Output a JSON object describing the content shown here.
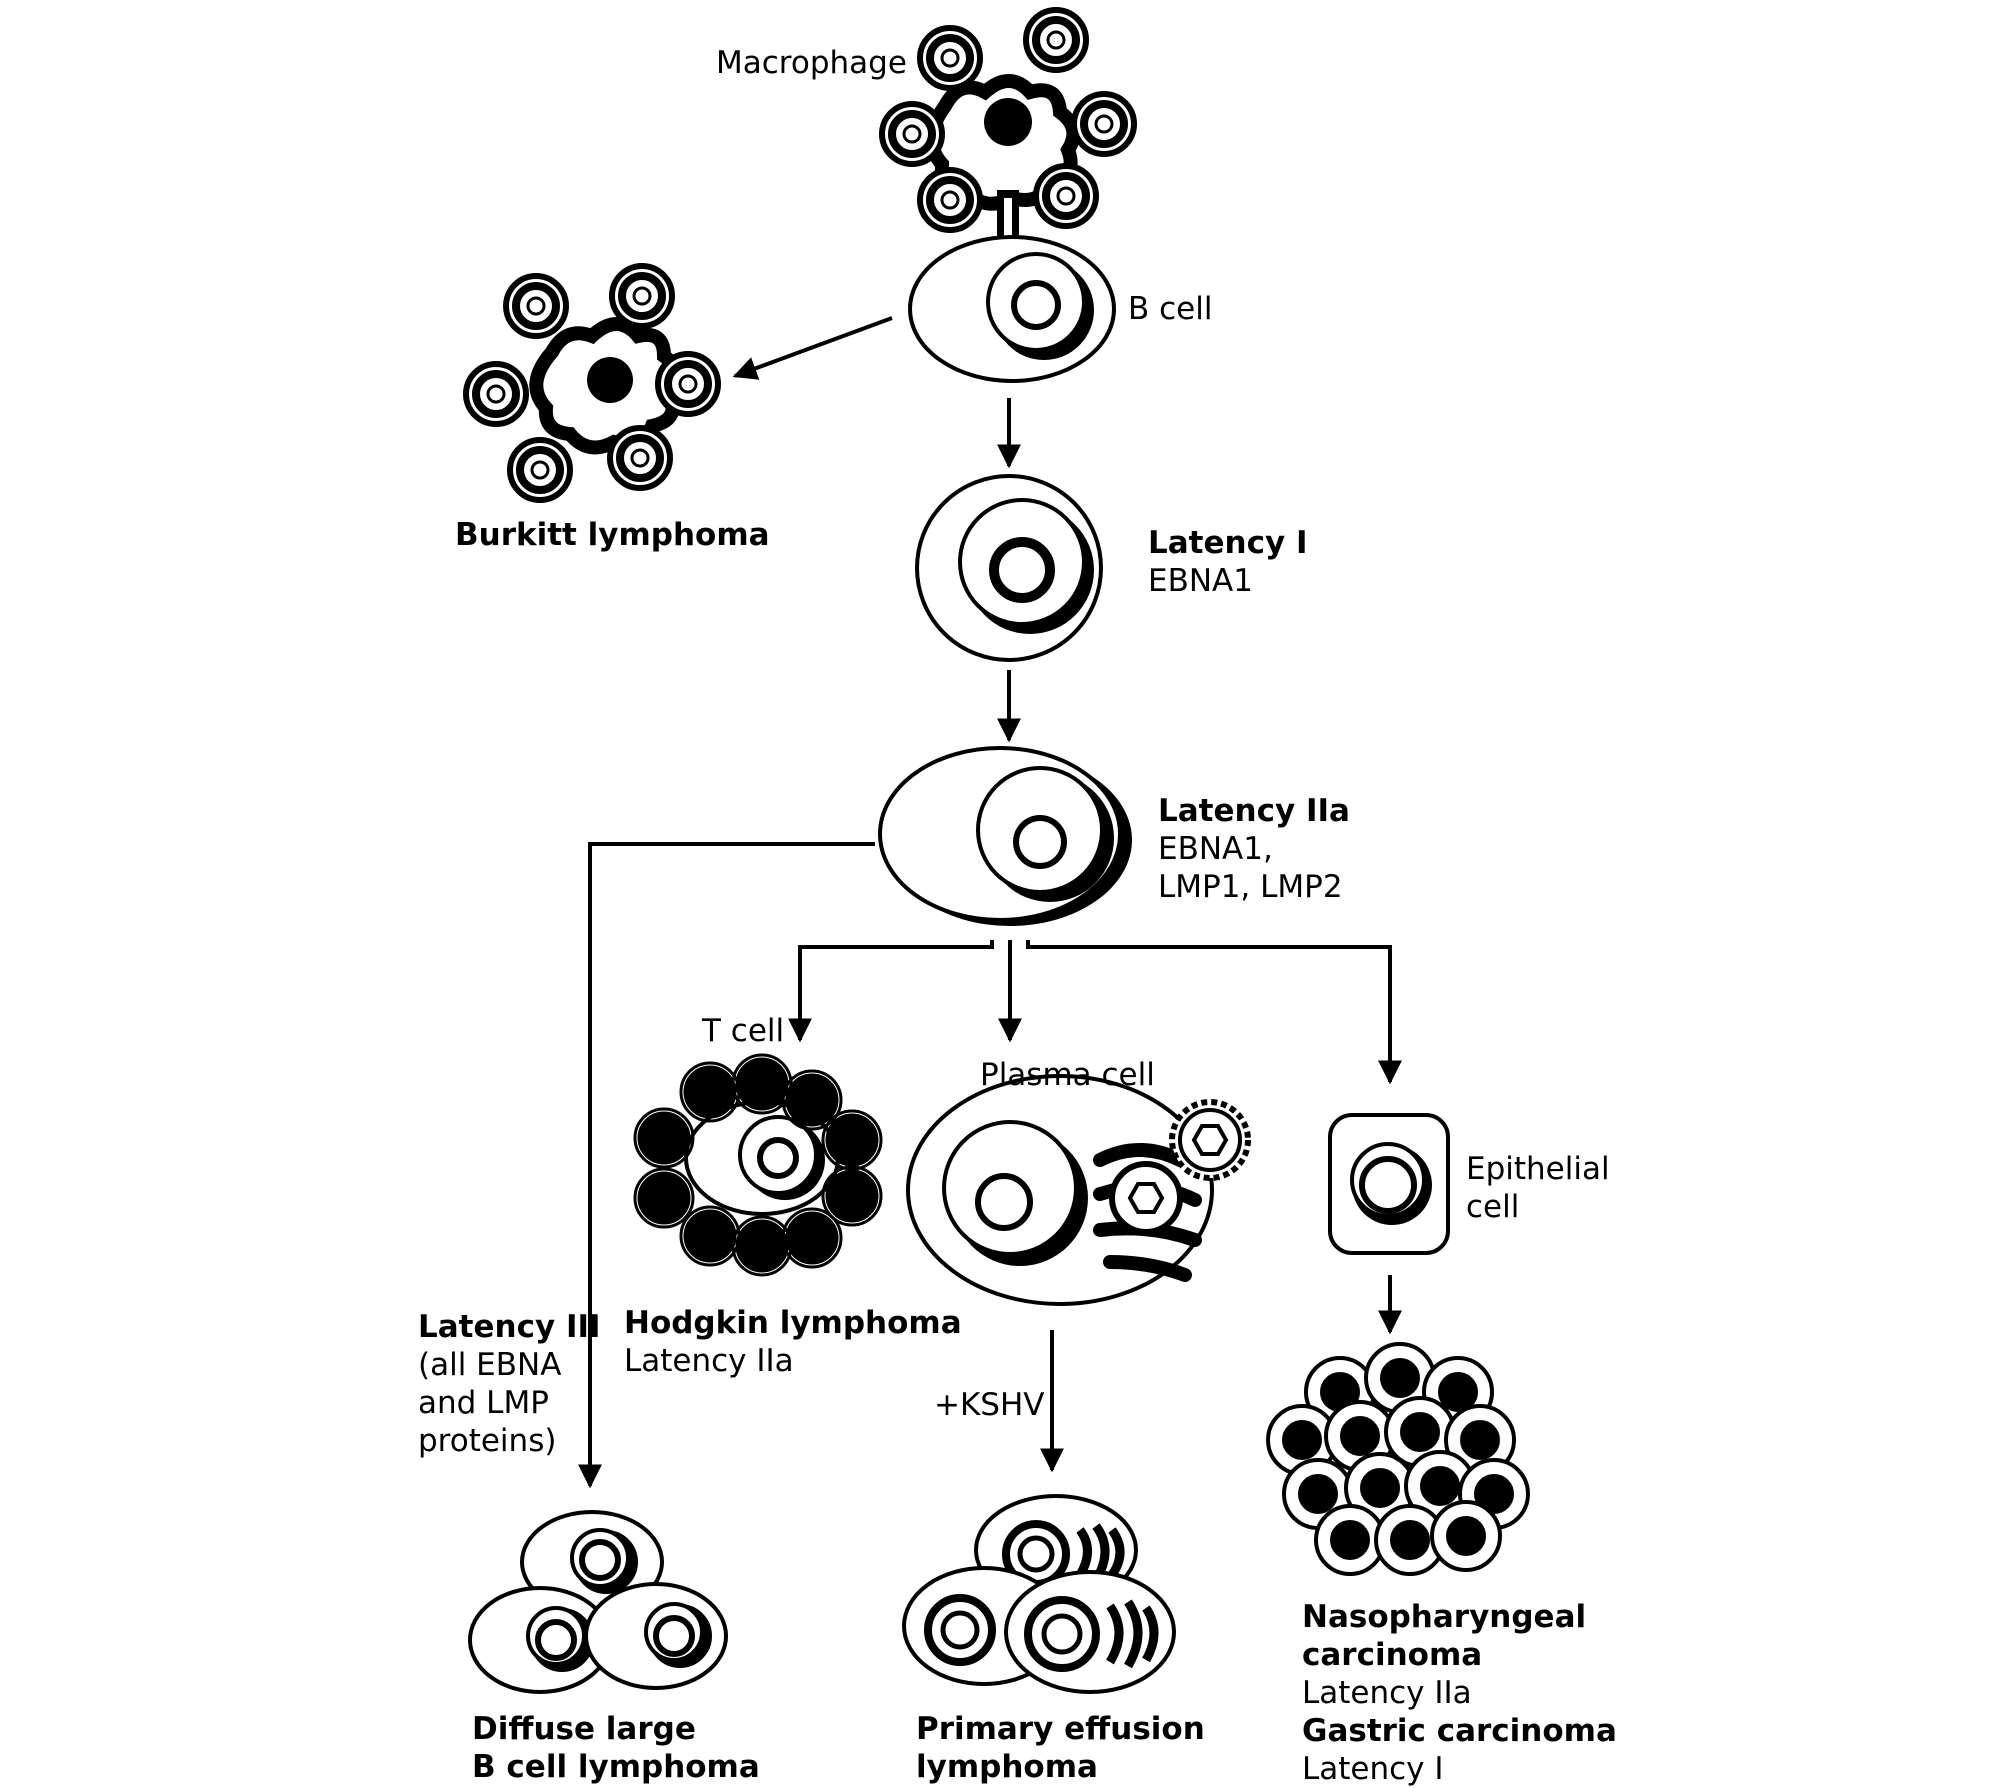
{
  "labels": {
    "macrophage": "Macrophage",
    "b_cell": "B cell",
    "burkitt": "Burkitt lymphoma",
    "latency1_title": "Latency I",
    "latency1_genes": "EBNA1",
    "latency2a_title": "Latency IIa",
    "latency2a_genes_1": "EBNA1,",
    "latency2a_genes_2": "LMP1, LMP2",
    "t_cell": "T cell",
    "plasma_cell": "Plasma cell",
    "epithelial_1": "Epithelial",
    "epithelial_2": "cell",
    "hodgkin_title": "Hodgkin lymphoma",
    "hodgkin_latency": "Latency IIa",
    "latency3_title": "Latency III",
    "latency3_line1": "(all EBNA",
    "latency3_line2": "and LMP",
    "latency3_line3": "proteins)",
    "kshv": "+KSHV",
    "dlbcl_1": "Diffuse large",
    "dlbcl_2": "B cell lymphoma",
    "pel_1": "Primary effusion",
    "pel_2": "lymphoma",
    "npc_1": "Nasopharyngeal",
    "npc_2": "carcinoma",
    "npc_latency": "Latency IIa",
    "gastric": "Gastric carcinoma",
    "gastric_latency": "Latency I"
  },
  "colors": {
    "ink": "#000000",
    "paper": "#ffffff"
  }
}
